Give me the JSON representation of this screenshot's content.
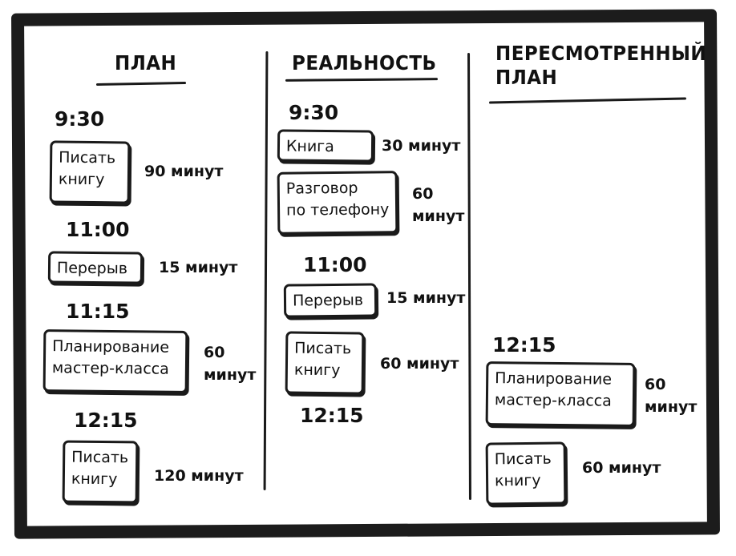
{
  "columns": [
    {
      "heading": [
        "ПЛАН"
      ],
      "blocks": [
        {
          "type": "time",
          "text": "9:30"
        },
        {
          "type": "task",
          "lines": [
            "Писать",
            "книгу"
          ],
          "duration": [
            "90 минут"
          ]
        },
        {
          "type": "time",
          "text": "11:00"
        },
        {
          "type": "task",
          "lines": [
            "Перерыв"
          ],
          "duration": [
            "15 минут"
          ]
        },
        {
          "type": "time",
          "text": "11:15"
        },
        {
          "type": "task",
          "lines": [
            "Планирование",
            "мастер-класса"
          ],
          "duration": [
            "60",
            "минут"
          ]
        },
        {
          "type": "time",
          "text": "12:15"
        },
        {
          "type": "task",
          "lines": [
            "Писать",
            "книгу"
          ],
          "duration": [
            "120 минут"
          ]
        }
      ]
    },
    {
      "heading": [
        "РЕАЛЬНОСТЬ"
      ],
      "blocks": [
        {
          "type": "time",
          "text": "9:30"
        },
        {
          "type": "task",
          "lines": [
            "Книга"
          ],
          "duration": [
            "30 минут"
          ]
        },
        {
          "type": "task",
          "lines": [
            "Разговор",
            "по телефону"
          ],
          "duration": [
            "60",
            "минут"
          ]
        },
        {
          "type": "time",
          "text": "11:00"
        },
        {
          "type": "task",
          "lines": [
            "Перерыв"
          ],
          "duration": [
            "15 минут"
          ]
        },
        {
          "type": "task",
          "lines": [
            "Писать",
            "книгу"
          ],
          "duration": [
            "60 минут"
          ]
        },
        {
          "type": "time",
          "text": "12:15"
        }
      ]
    },
    {
      "heading": [
        "ПЕРЕСМОТРЕННЫЙ",
        "ПЛАН"
      ],
      "blocks": [
        {
          "type": "time",
          "text": "12:15"
        },
        {
          "type": "task",
          "lines": [
            "Планирование",
            "мастер-класса"
          ],
          "duration": [
            "60",
            "минут"
          ]
        },
        {
          "type": "task",
          "lines": [
            "Писать",
            "книгу"
          ],
          "duration": [
            "60 минут"
          ]
        }
      ]
    }
  ]
}
